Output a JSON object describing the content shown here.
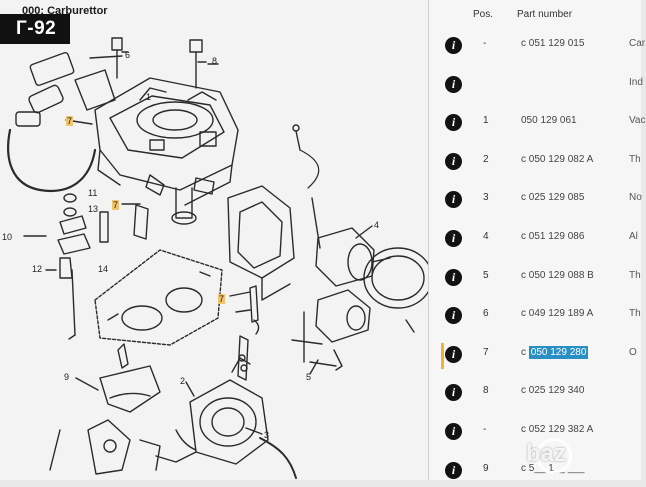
{
  "header": {
    "title": "000: Carburettor",
    "page_badge": "Г-92",
    "watermark": "baz"
  },
  "parts_table": {
    "col_pos": "Pos.",
    "col_part": "Part number",
    "rows": [
      {
        "pos": "-",
        "part": "c 051 129 015",
        "trunc": "Car"
      },
      {
        "pos": "",
        "part": "",
        "trunc": "Ind"
      },
      {
        "pos": "1",
        "part": "050 129 061",
        "trunc": "Vac"
      },
      {
        "pos": "2",
        "part": "c 050 129 082 A",
        "trunc": "Th"
      },
      {
        "pos": "3",
        "part": "c 025 129 085",
        "trunc": "No"
      },
      {
        "pos": "4",
        "part": "c 051 129 086",
        "trunc": "Al"
      },
      {
        "pos": "5",
        "part": "c 050 129 088 B",
        "trunc": "Th"
      },
      {
        "pos": "6",
        "part": "c 049 129 189 A",
        "trunc": "Th"
      },
      {
        "pos": "7",
        "part_prefix": "c ",
        "part": "050 129 280",
        "trunc": "O",
        "selected": true
      },
      {
        "pos": "8",
        "part": "c 025 129 340",
        "trunc": ""
      },
      {
        "pos": "-",
        "part": "c 052 129 382 A",
        "trunc": ""
      },
      {
        "pos": "9",
        "part": "c 5__ 1__ ___",
        "trunc": ""
      }
    ]
  },
  "diagram_labels": {
    "n6": "6",
    "n8": "8",
    "n7a": "7",
    "n7b": "7",
    "n7c": "7",
    "n11": "11",
    "n13": "13",
    "n14": "14",
    "n12": "12",
    "n10": "10",
    "n4": "4",
    "n5": "5",
    "n9": "9",
    "n2": "2",
    "n3": "3",
    "n1": "1"
  },
  "colors": {
    "accent_highlight": "#2a8fc2",
    "selection_marker": "#f2b233",
    "info_icon": "#121212"
  }
}
